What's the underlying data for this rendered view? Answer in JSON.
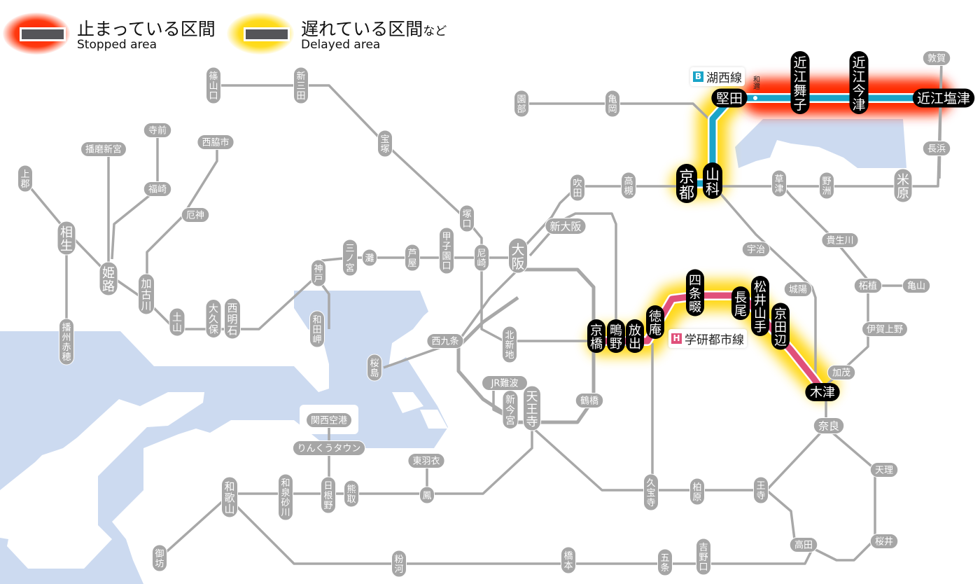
{
  "legend": {
    "stopped": {
      "jp": "止まっている区間",
      "en": "Stopped area",
      "color": "#ff3010"
    },
    "delayed": {
      "jp": "遅れている区間",
      "jp_suffix": "など",
      "en": "Delayed area",
      "color": "#ffd400"
    }
  },
  "colors": {
    "water": "#ccdaf0",
    "line_gray": "#aaaaaa",
    "station_gray": "#a6a6a6",
    "station_black": "#000000",
    "kosei_line": "#1aa4c8",
    "gakkentoshi_line": "#e0507a"
  },
  "lines": {
    "kosei": {
      "badge": "B",
      "name": "湖西線",
      "color": "#1aa4c8"
    },
    "gakkentoshi": {
      "badge": "H",
      "name": "学研都市線",
      "color": "#e0507a"
    }
  },
  "stations": {
    "sasayamaguchi": "篠山口",
    "shinsanda": "新三田",
    "takarazuka": "宝塚",
    "tsukaguchi": "塚口",
    "sonobe": "園部",
    "kameoka": "亀岡",
    "kyoto": "京都",
    "yamashina": "山科",
    "katata": "堅田",
    "wani": "和邇",
    "omimaiko": "近江舞子",
    "omiimazu": "近江今津",
    "omishiotsu": "近江塩津",
    "tsuruga": "敦賀",
    "nagahama": "長浜",
    "maibara": "米原",
    "yasu": "野洲",
    "kusatsu": "草津",
    "takatsuki": "高槻",
    "suita": "吹田",
    "shinosaka": "新大阪",
    "osaka": "大阪",
    "amagasaki": "尼崎",
    "koshienguchi": "甲子園口",
    "ashiya": "芦屋",
    "nada": "灘",
    "sannomiya": "三ノ宮",
    "kobe": "神戸",
    "wadamisaki": "和田岬",
    "nishiakashi": "西明石",
    "okubo": "大久保",
    "dohoku": "土山",
    "kakogawa": "加古川",
    "yakujin": "厄神",
    "nishiwakishi": "西脇市",
    "himeji": "姫路",
    "fukusaki": "福崎",
    "teramae": "寺前",
    "harimashingu": "播磨新宮",
    "aioi": "相生",
    "kamigori": "上郡",
    "banshuako": "播州赤穂",
    "uji": "宇治",
    "joyo": "城陽",
    "kizu": "木津",
    "kamo": "加茂",
    "iganueno": "伊賀上野",
    "tsuge": "柘植",
    "kameyama": "亀山",
    "kibukawa": "貴生川",
    "nara": "奈良",
    "tenri": "天理",
    "sakurai": "桜井",
    "takada": "高田",
    "oji": "王寺",
    "kashiwara": "柏原",
    "kyuhoji": "久宝寺",
    "tennoji": "天王寺",
    "shinimamiya": "新今宮",
    "jrnamba": "JR難波",
    "tsuruhashi": "鶴橋",
    "kyobashi": "京橋",
    "shigino": "鴫野",
    "hanaten": "放出",
    "tokuan": "徳庵",
    "shijonawate": "四条畷",
    "nagao": "長尾",
    "matsuiyamate": "松井山手",
    "kyotanabe": "京田辺",
    "kitashinchi": "北新地",
    "nishikujo": "西九条",
    "sakurajima": "桜島",
    "kansaiairport": "関西空港",
    "rinkutown": "りんくうタウン",
    "hineno": "日根野",
    "kumatori": "熊取",
    "izumisunagawa": "和泉砂川",
    "wakayama": "和歌山",
    "gobo": "御坊",
    "otori": "鳳",
    "higashihagoromo": "東羽衣",
    "kokawa": "粉河",
    "hashimoto": "橋本",
    "gojo": "五条",
    "yoshinoguchi": "吉野口"
  }
}
